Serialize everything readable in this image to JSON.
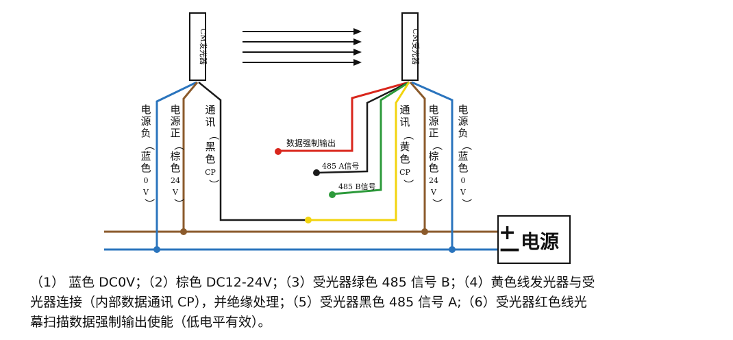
{
  "emitter": {
    "label": "CM发光器"
  },
  "receiver": {
    "label": "CM受光器"
  },
  "power": {
    "label": "电源",
    "plus": "+",
    "minus": "—"
  },
  "left_labels": {
    "neg": [
      "电",
      "源",
      "负",
      "（",
      "蓝",
      "色",
      "0",
      "V",
      "）"
    ],
    "pos": [
      "电",
      "源",
      "正",
      "（",
      "棕",
      "色",
      "24",
      "V",
      "）"
    ],
    "comm": [
      "通",
      "讯",
      "（",
      "黑",
      "色",
      "CP",
      "）"
    ]
  },
  "right_labels": {
    "comm": [
      "通",
      "讯",
      "（",
      "黄",
      "色",
      "CP",
      "）"
    ],
    "pos": [
      "电",
      "源",
      "正",
      "（",
      "棕",
      "色",
      "24",
      "V",
      "）"
    ],
    "neg": [
      "电",
      "源",
      "负",
      "（",
      "蓝",
      "色",
      "0",
      "V",
      "）"
    ]
  },
  "signals": {
    "force_output": "数据强制输出",
    "a485": "485 A信号",
    "b485": "485 B信号"
  },
  "colors": {
    "blue": "#2a74bd",
    "brown": "#8b5a2b",
    "black": "#1a1a1a",
    "red": "#d9261c",
    "green": "#2d9a3b",
    "yellow": "#f2d40f"
  },
  "caption": {
    "line1": "（1） 蓝色 DC0V；（2）棕色 DC12-24V；（3）受光器绿色 485 信号 B；（4）黄色线发光器与受",
    "line2": "光器连接（内部数据通讯 CP），并绝缘处理；（5）受光器黑色 485 信号 A;（6）受光器红色线光",
    "line3": "幕扫描数据强制输出使能（低电平有效）。"
  }
}
